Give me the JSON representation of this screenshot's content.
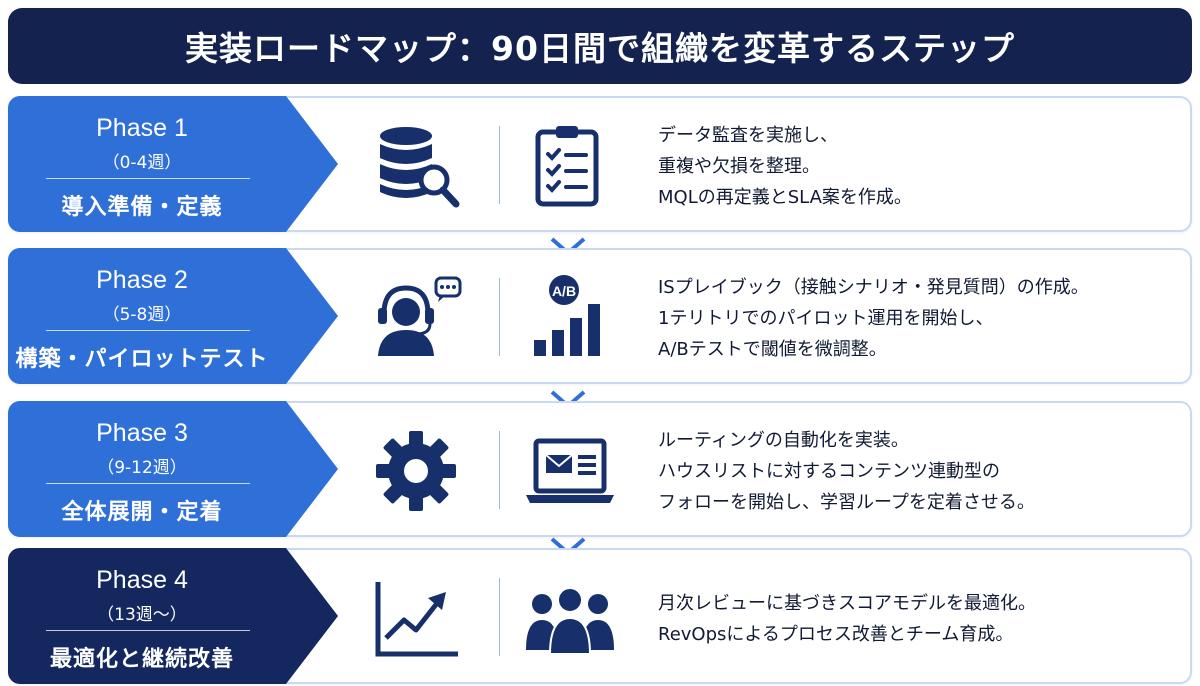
{
  "title": "実装ロードマップ：90日間で組織を変革するステップ",
  "colors": {
    "title_bg": "#13224f",
    "phase_light": "#2f6fd8",
    "phase_dark": "#14285f",
    "icon": "#17306b",
    "row_border": "#c9d9ef"
  },
  "phases": [
    {
      "name": "Phase 1",
      "weeks": "（0-4週）",
      "label": "導入準備・定義",
      "icons": [
        "database-search-icon",
        "checklist-clipboard-icon"
      ],
      "lines": [
        "データ監査を実施し、",
        "重複や欠損を整理。",
        "MQLの再定義とSLA案を作成。"
      ]
    },
    {
      "name": "Phase 2",
      "weeks": "（5-8週）",
      "label": "構築・パイロットテスト",
      "icons": [
        "headset-agent-icon",
        "ab-test-bar-chart-icon"
      ],
      "ab_label": "A/B",
      "lines": [
        "ISプレイブック（接触シナリオ・発見質問）の作成。",
        "1テリトリでのパイロット運用を開始し、",
        "A/Bテストで閾値を微調整。"
      ]
    },
    {
      "name": "Phase 3",
      "weeks": "（9-12週）",
      "label": "全体展開・定着",
      "icons": [
        "gear-icon",
        "laptop-email-icon"
      ],
      "lines": [
        "ルーティングの自動化を実装。",
        "ハウスリストに対するコンテンツ連動型の",
        "フォローを開始し、学習ループを定着させる。"
      ]
    },
    {
      "name": "Phase 4",
      "weeks": "（13週〜）",
      "label": "最適化と継続改善",
      "icons": [
        "growth-line-chart-icon",
        "team-people-icon"
      ],
      "lines": [
        "月次レビューに基づきスコアモデルを最適化。",
        "RevOpsによるプロセス改善とチーム育成。"
      ]
    }
  ]
}
